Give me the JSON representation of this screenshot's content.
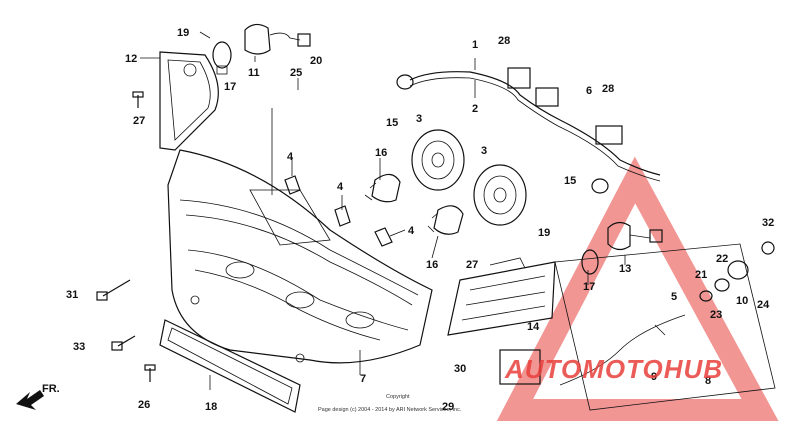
{
  "callouts": [
    "19",
    "12",
    "11",
    "17",
    "20",
    "25",
    "27",
    "1",
    "28",
    "2",
    "15",
    "3",
    "4",
    "16",
    "4",
    "4",
    "3",
    "6",
    "28",
    "15",
    "19",
    "27",
    "16",
    "32",
    "22",
    "21",
    "10",
    "24",
    "31",
    "17",
    "13",
    "14",
    "23",
    "5",
    "33",
    "30",
    "9",
    "8",
    "7",
    "26",
    "18",
    "29"
  ],
  "direction_label": "FR.",
  "copyright": {
    "line1": "Copyright",
    "line2": "Page design (c) 2004 - 2014 by ARI Network Services, Inc."
  },
  "watermark": {
    "text": "AUTOMOTOHUB",
    "color_primary": "#e8403c",
    "color_secondary": "#7a7a7a"
  }
}
